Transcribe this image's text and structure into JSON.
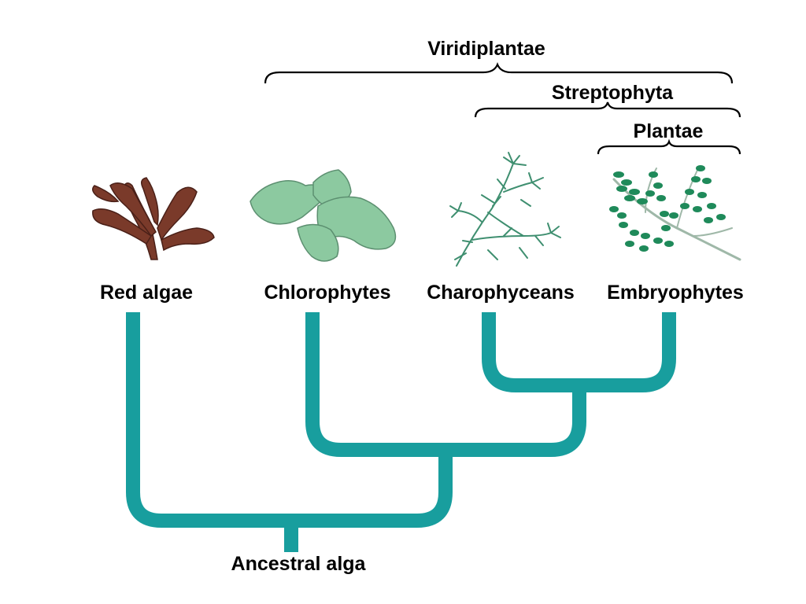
{
  "clades": {
    "viridiplantae": "Viridiplantae",
    "streptophyta": "Streptophyta",
    "plantae": "Plantae"
  },
  "taxa": {
    "red_algae": "Red algae",
    "chlorophytes": "Chlorophytes",
    "charophyceans": "Charophyceans",
    "embryophytes": "Embryophytes"
  },
  "root": "Ancestral alga",
  "colors": {
    "branch": "#189e9e",
    "bracket": "#000000",
    "red_algae": "#7a3a2a",
    "chlorophytes": "#8cc9a0",
    "charophyceans": "#3f8f70",
    "embryophytes": "#1f8a5a"
  }
}
